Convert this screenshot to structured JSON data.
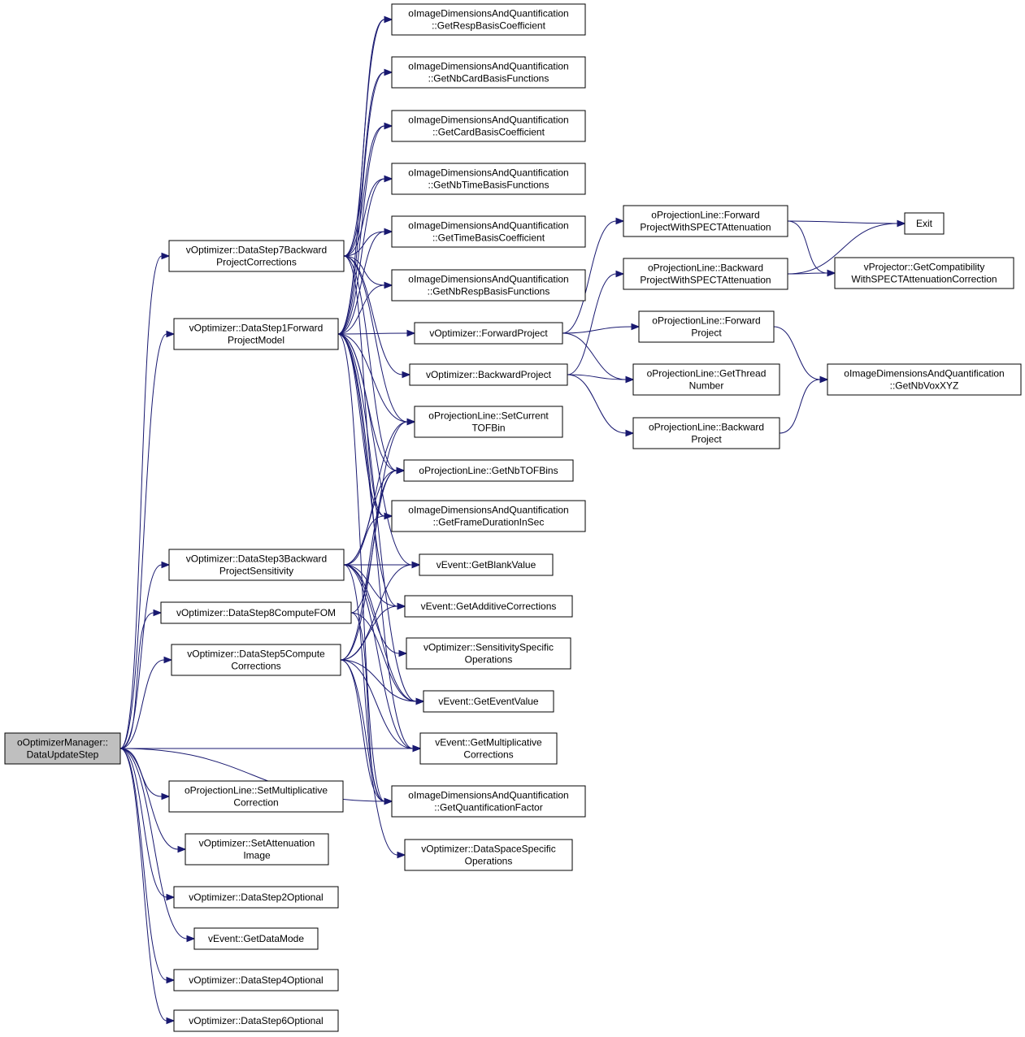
{
  "graph": {
    "arrow_color": "#191970",
    "root_fill": "#bfbfbf",
    "nodes": [
      {
        "id": "root",
        "lines": [
          "oOptimizerManager::",
          "DataUpdateStep"
        ],
        "root": true
      },
      {
        "id": "ds7",
        "lines": [
          "vOptimizer::DataStep7Backward",
          "ProjectCorrections"
        ]
      },
      {
        "id": "ds1",
        "lines": [
          "vOptimizer::DataStep1Forward",
          "ProjectModel"
        ]
      },
      {
        "id": "ds3",
        "lines": [
          "vOptimizer::DataStep3Backward",
          "ProjectSensitivity"
        ]
      },
      {
        "id": "ds8",
        "lines": [
          "vOptimizer::DataStep8ComputeFOM"
        ]
      },
      {
        "id": "ds5",
        "lines": [
          "vOptimizer::DataStep5Compute",
          "Corrections"
        ]
      },
      {
        "id": "setmult",
        "lines": [
          "oProjectionLine::SetMultiplicative",
          "Correction"
        ]
      },
      {
        "id": "setatt",
        "lines": [
          "vOptimizer::SetAttenuation",
          "Image"
        ]
      },
      {
        "id": "ds2",
        "lines": [
          "vOptimizer::DataStep2Optional"
        ]
      },
      {
        "id": "getdatamode",
        "lines": [
          "vEvent::GetDataMode"
        ]
      },
      {
        "id": "ds4",
        "lines": [
          "vOptimizer::DataStep4Optional"
        ]
      },
      {
        "id": "ds6",
        "lines": [
          "vOptimizer::DataStep6Optional"
        ]
      },
      {
        "id": "respcoef",
        "lines": [
          "oImageDimensionsAndQuantification",
          "::GetRespBasisCoefficient"
        ]
      },
      {
        "id": "nbcard",
        "lines": [
          "oImageDimensionsAndQuantification",
          "::GetNbCardBasisFunctions"
        ]
      },
      {
        "id": "cardcoef",
        "lines": [
          "oImageDimensionsAndQuantification",
          "::GetCardBasisCoefficient"
        ]
      },
      {
        "id": "nbtime",
        "lines": [
          "oImageDimensionsAndQuantification",
          "::GetNbTimeBasisFunctions"
        ]
      },
      {
        "id": "timecoef",
        "lines": [
          "oImageDimensionsAndQuantification",
          "::GetTimeBasisCoefficient"
        ]
      },
      {
        "id": "nbresp",
        "lines": [
          "oImageDimensionsAndQuantification",
          "::GetNbRespBasisFunctions"
        ]
      },
      {
        "id": "fwdproj",
        "lines": [
          "vOptimizer::ForwardProject"
        ]
      },
      {
        "id": "bwdproj",
        "lines": [
          "vOptimizer::BackwardProject"
        ]
      },
      {
        "id": "settof",
        "lines": [
          "oProjectionLine::SetCurrent",
          "TOFBin"
        ]
      },
      {
        "id": "nbtof",
        "lines": [
          "oProjectionLine::GetNbTOFBins"
        ]
      },
      {
        "id": "framedur",
        "lines": [
          "oImageDimensionsAndQuantification",
          "::GetFrameDurationInSec"
        ]
      },
      {
        "id": "blank",
        "lines": [
          "vEvent::GetBlankValue"
        ]
      },
      {
        "id": "additive",
        "lines": [
          "vEvent::GetAdditiveCorrections"
        ]
      },
      {
        "id": "sensspec",
        "lines": [
          "vOptimizer::SensitivitySpecific",
          "Operations"
        ]
      },
      {
        "id": "eventval",
        "lines": [
          "vEvent::GetEventValue"
        ]
      },
      {
        "id": "multcorr",
        "lines": [
          "vEvent::GetMultiplicative",
          "Corrections"
        ]
      },
      {
        "id": "quantfac",
        "lines": [
          "oImageDimensionsAndQuantification",
          "::GetQuantificationFactor"
        ]
      },
      {
        "id": "dataspace",
        "lines": [
          "vOptimizer::DataSpaceSpecific",
          "Operations"
        ]
      },
      {
        "id": "plfwdspect",
        "lines": [
          "oProjectionLine::Forward",
          "ProjectWithSPECTAttenuation"
        ]
      },
      {
        "id": "plbwdspect",
        "lines": [
          "oProjectionLine::Backward",
          "ProjectWithSPECTAttenuation"
        ]
      },
      {
        "id": "plfwd",
        "lines": [
          "oProjectionLine::Forward",
          "Project"
        ]
      },
      {
        "id": "plthread",
        "lines": [
          "oProjectionLine::GetThread",
          "Number"
        ]
      },
      {
        "id": "plbwd",
        "lines": [
          "oProjectionLine::Backward",
          "Project"
        ]
      },
      {
        "id": "exit",
        "lines": [
          "Exit"
        ]
      },
      {
        "id": "compat",
        "lines": [
          "vProjector::GetCompatibility",
          "WithSPECTAttenuationCorrection"
        ]
      },
      {
        "id": "nbvox",
        "lines": [
          "oImageDimensionsAndQuantification",
          "::GetNbVoxXYZ"
        ]
      }
    ],
    "edges": [
      [
        "root",
        "ds7"
      ],
      [
        "root",
        "ds1"
      ],
      [
        "root",
        "ds3"
      ],
      [
        "root",
        "ds8"
      ],
      [
        "root",
        "ds5"
      ],
      [
        "root",
        "setmult"
      ],
      [
        "root",
        "setatt"
      ],
      [
        "root",
        "ds2"
      ],
      [
        "root",
        "getdatamode"
      ],
      [
        "root",
        "ds4"
      ],
      [
        "root",
        "ds6"
      ],
      [
        "root",
        "multcorr"
      ],
      [
        "root",
        "quantfac"
      ],
      [
        "ds7",
        "respcoef"
      ],
      [
        "ds7",
        "nbcard"
      ],
      [
        "ds7",
        "cardcoef"
      ],
      [
        "ds7",
        "nbtime"
      ],
      [
        "ds7",
        "timecoef"
      ],
      [
        "ds7",
        "nbresp"
      ],
      [
        "ds7",
        "bwdproj"
      ],
      [
        "ds7",
        "settof"
      ],
      [
        "ds7",
        "nbtof"
      ],
      [
        "ds7",
        "framedur"
      ],
      [
        "ds1",
        "respcoef"
      ],
      [
        "ds1",
        "nbcard"
      ],
      [
        "ds1",
        "cardcoef"
      ],
      [
        "ds1",
        "nbtime"
      ],
      [
        "ds1",
        "timecoef"
      ],
      [
        "ds1",
        "nbresp"
      ],
      [
        "ds1",
        "fwdproj"
      ],
      [
        "ds1",
        "settof"
      ],
      [
        "ds1",
        "nbtof"
      ],
      [
        "ds1",
        "framedur"
      ],
      [
        "ds1",
        "blank"
      ],
      [
        "ds1",
        "additive"
      ],
      [
        "ds1",
        "eventval"
      ],
      [
        "ds1",
        "multcorr"
      ],
      [
        "ds1",
        "quantfac"
      ],
      [
        "ds3",
        "settof"
      ],
      [
        "ds3",
        "nbtof"
      ],
      [
        "ds3",
        "framedur"
      ],
      [
        "ds3",
        "blank"
      ],
      [
        "ds3",
        "additive"
      ],
      [
        "ds3",
        "sensspec"
      ],
      [
        "ds3",
        "eventval"
      ],
      [
        "ds3",
        "multcorr"
      ],
      [
        "ds3",
        "quantfac"
      ],
      [
        "ds8",
        "nbtof"
      ],
      [
        "ds8",
        "eventval"
      ],
      [
        "ds8",
        "quantfac"
      ],
      [
        "ds5",
        "settof"
      ],
      [
        "ds5",
        "nbtof"
      ],
      [
        "ds5",
        "blank"
      ],
      [
        "ds5",
        "additive"
      ],
      [
        "ds5",
        "eventval"
      ],
      [
        "ds5",
        "multcorr"
      ],
      [
        "ds5",
        "quantfac"
      ],
      [
        "ds5",
        "dataspace"
      ],
      [
        "fwdproj",
        "plfwdspect"
      ],
      [
        "fwdproj",
        "plfwd"
      ],
      [
        "fwdproj",
        "plthread"
      ],
      [
        "bwdproj",
        "plbwdspect"
      ],
      [
        "bwdproj",
        "plthread"
      ],
      [
        "bwdproj",
        "plbwd"
      ],
      [
        "plfwdspect",
        "exit"
      ],
      [
        "plfwdspect",
        "compat"
      ],
      [
        "plbwdspect",
        "exit"
      ],
      [
        "plbwdspect",
        "compat"
      ],
      [
        "plfwd",
        "nbvox"
      ],
      [
        "plbwd",
        "nbvox"
      ]
    ]
  }
}
